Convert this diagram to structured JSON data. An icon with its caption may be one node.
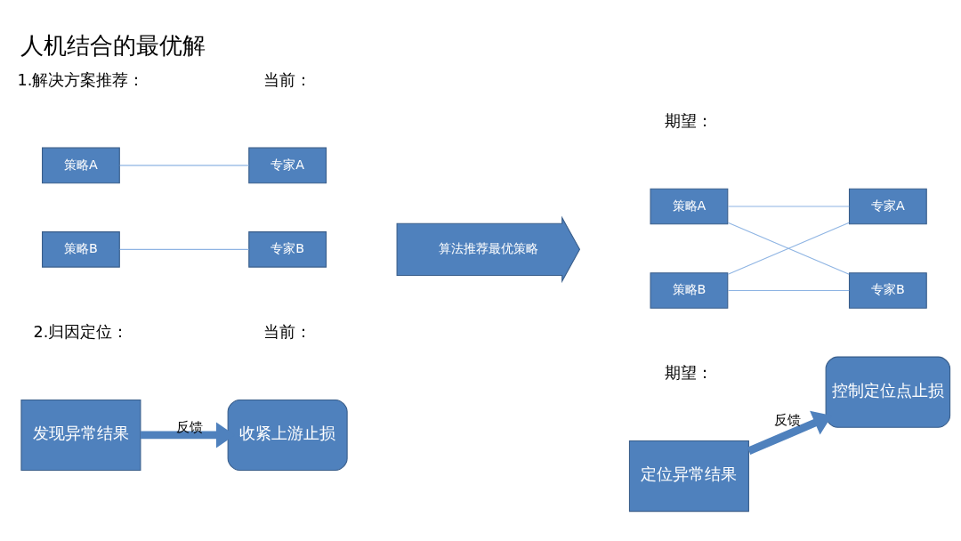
{
  "diagram": {
    "title": "人机结合的最优解",
    "nodes": [
      {
        "text": [
          "策略A"
        ]
      },
      {
        "text": [
          "专家A"
        ]
      },
      {
        "text": [
          "策略B"
        ]
      },
      {
        "text": [
          "专家B"
        ]
      },
      {
        "text": [
          "算法推荐最优策略"
        ]
      },
      {
        "text": [
          "策略A"
        ]
      },
      {
        "text": [
          "专家A"
        ]
      },
      {
        "text": [
          "策略B"
        ]
      },
      {
        "text": [
          "专家B"
        ]
      },
      {
        "text": [
          "发现异常结果"
        ]
      },
      {
        "text": [
          "收紧上游止损"
        ]
      },
      {
        "text": [
          "定位异常结果"
        ]
      },
      {
        "text": [
          "控制定位点止损"
        ]
      }
    ],
    "edges": [
      {
        "from": 0,
        "to": 1,
        "arrow": "none"
      },
      {
        "from": 2,
        "to": 3,
        "arrow": "none"
      },
      {
        "from": 5,
        "to": 6,
        "arrow": "none"
      },
      {
        "from": 5,
        "to": 8,
        "arrow": "none"
      },
      {
        "from": 7,
        "to": 6,
        "arrow": "none"
      },
      {
        "from": 7,
        "to": 8,
        "arrow": "none"
      },
      {
        "from": 9,
        "to": 10,
        "arrow": "to",
        "label": "反馈",
        "style": "thick"
      },
      {
        "from": 11,
        "to": 12,
        "arrow": "to",
        "label": "反馈",
        "style": "thick"
      }
    ],
    "labels": [
      "1.解决方案推荐：",
      "当前：",
      "期望：",
      "2.归因定位：",
      "当前：",
      "期望："
    ]
  }
}
